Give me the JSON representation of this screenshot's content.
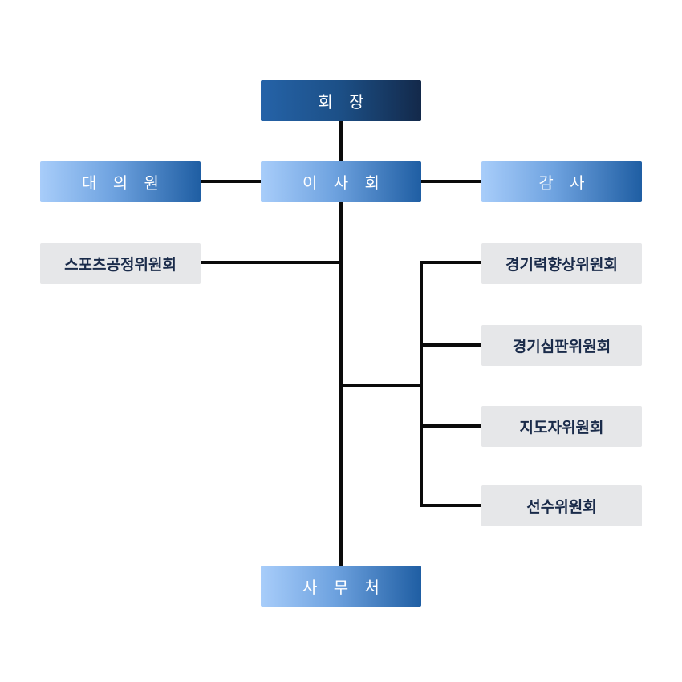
{
  "org_chart": {
    "chairman": "회 장",
    "board": "이 사 회",
    "delegates": "대 의 원",
    "auditor": "감 사",
    "secretariat": "사 무 처",
    "committees_left": [
      "스포츠공정위원회"
    ],
    "committees_right": [
      "경기력향상위원회",
      "경기심판위원회",
      "지도자위원회",
      "선수위원회"
    ]
  },
  "colors": {
    "line": "#0b0b0b",
    "top_gradient": [
      "#2563a8",
      "#13294a"
    ],
    "blue_gradient": [
      "#a8cdfa",
      "#1f5ea3"
    ],
    "gray_box": "#e6e7e9",
    "gray_text": "#1a2b4a"
  }
}
